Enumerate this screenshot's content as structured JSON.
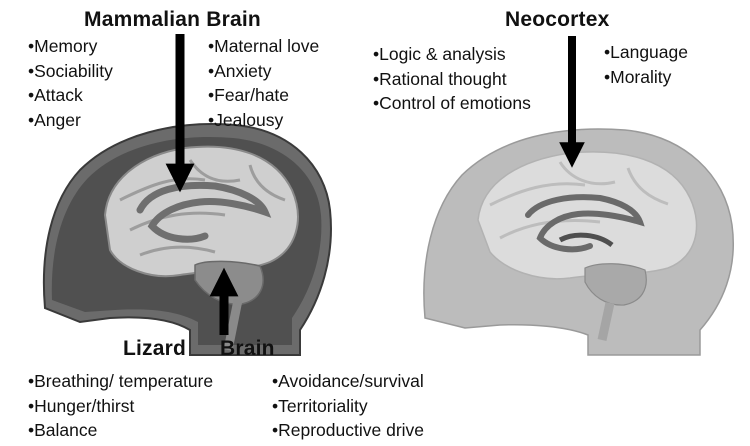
{
  "mammalian": {
    "title": "Mammalian Brain",
    "left_items": [
      "•Memory",
      "•Sociability",
      "•Attack",
      "•Anger"
    ],
    "right_items": [
      "•Maternal love",
      "•Anxiety",
      "•Fear/hate",
      "•Jealousy"
    ]
  },
  "neocortex": {
    "title": "Neocortex",
    "left_items": [
      "•Logic & analysis",
      "•Rational thought",
      "•Control of emotions"
    ],
    "right_items": [
      "•Language",
      "•Morality"
    ]
  },
  "lizard": {
    "title_word1": "Lizard",
    "title_word2": "Brain",
    "left_items": [
      "•Breathing/ temperature",
      "•Hunger/thirst",
      "•Balance"
    ],
    "right_items": [
      "•Avoidance/survival",
      "•Territoriality",
      "•Reproductive drive"
    ]
  },
  "colors": {
    "head_left": "#5a5a5a",
    "brain_left": "#c9c9c9",
    "head_right": "#bdbdbd",
    "brain_right": "#d9d9d9",
    "arrow": "#000000"
  }
}
